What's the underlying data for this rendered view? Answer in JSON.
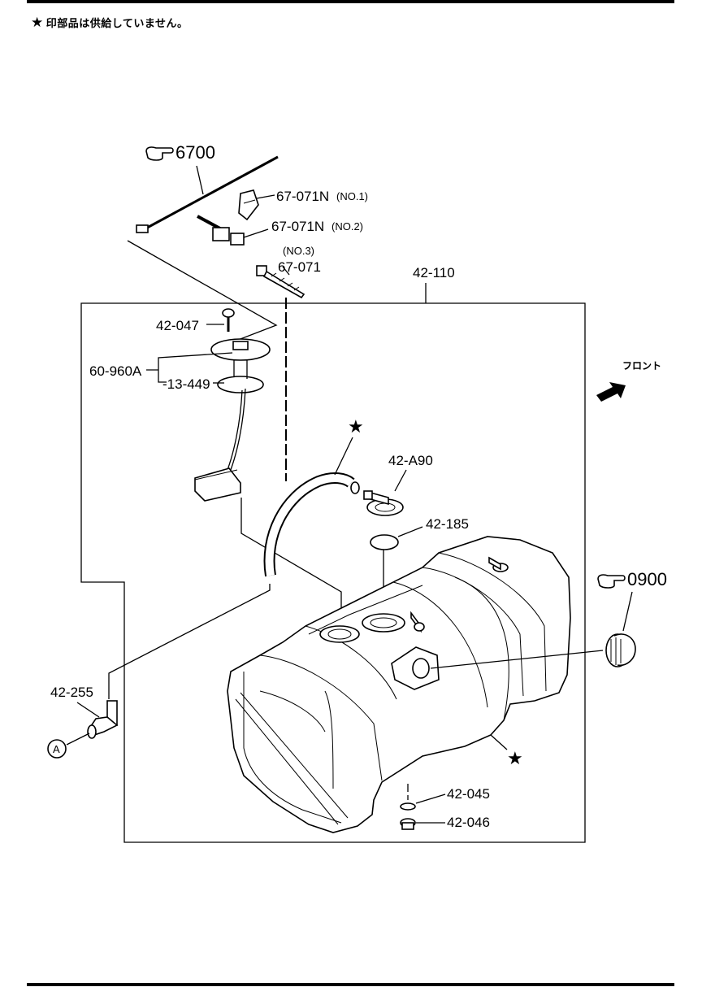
{
  "note": {
    "star": "★",
    "text": "印部品は供給していません。"
  },
  "refs": {
    "r6700": "6700",
    "r0900": "0900"
  },
  "labels": {
    "p67071n_no1": "67-071N",
    "no1": "(NO.1)",
    "p67071n_no2": "67-071N",
    "no2": "(NO.2)",
    "no3": "(NO.3)",
    "p67071": "67-071",
    "p42110": "42-110",
    "p42047": "42-047",
    "p60960a": "60-960A",
    "p13449": "-13-449",
    "front": "フロント",
    "p42a90": "42-A90",
    "p42185": "42-185",
    "p42255": "42-255",
    "circleA": "A",
    "p42045": "42-045",
    "p42046": "42-046",
    "star1": "★",
    "star2": "★"
  }
}
